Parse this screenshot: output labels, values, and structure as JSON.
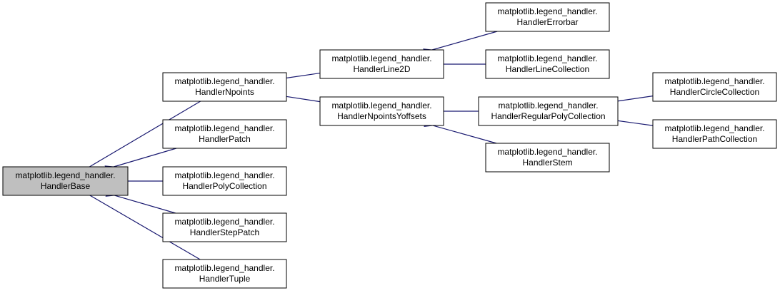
{
  "colors": {
    "edge": "#191970",
    "node_fill": "#ffffff",
    "root_fill": "#bfbfbf",
    "border": "#000000"
  },
  "nodes": [
    {
      "id": "HandlerBase",
      "line1": "matplotlib.legend_handler.",
      "line2": "HandlerBase",
      "highlight": true
    },
    {
      "id": "HandlerNpoints",
      "line1": "matplotlib.legend_handler.",
      "line2": "HandlerNpoints"
    },
    {
      "id": "HandlerPatch",
      "line1": "matplotlib.legend_handler.",
      "line2": "HandlerPatch"
    },
    {
      "id": "HandlerPolyCollection",
      "line1": "matplotlib.legend_handler.",
      "line2": "HandlerPolyCollection"
    },
    {
      "id": "HandlerStepPatch",
      "line1": "matplotlib.legend_handler.",
      "line2": "HandlerStepPatch"
    },
    {
      "id": "HandlerTuple",
      "line1": "matplotlib.legend_handler.",
      "line2": "HandlerTuple"
    },
    {
      "id": "HandlerLine2D",
      "line1": "matplotlib.legend_handler.",
      "line2": "HandlerLine2D"
    },
    {
      "id": "HandlerNpointsYoffsets",
      "line1": "matplotlib.legend_handler.",
      "line2": "HandlerNpointsYoffsets"
    },
    {
      "id": "HandlerErrorbar",
      "line1": "matplotlib.legend_handler.",
      "line2": "HandlerErrorbar"
    },
    {
      "id": "HandlerLineCollection",
      "line1": "matplotlib.legend_handler.",
      "line2": "HandlerLineCollection"
    },
    {
      "id": "HandlerRegularPolyCollection",
      "line1": "matplotlib.legend_handler.",
      "line2": "HandlerRegularPolyCollection"
    },
    {
      "id": "HandlerStem",
      "line1": "matplotlib.legend_handler.",
      "line2": "HandlerStem"
    },
    {
      "id": "HandlerCircleCollection",
      "line1": "matplotlib.legend_handler.",
      "line2": "HandlerCircleCollection"
    },
    {
      "id": "HandlerPathCollection",
      "line1": "matplotlib.legend_handler.",
      "line2": "HandlerPathCollection"
    }
  ],
  "edges": [
    {
      "from": "HandlerNpoints",
      "to": "HandlerBase"
    },
    {
      "from": "HandlerPatch",
      "to": "HandlerBase"
    },
    {
      "from": "HandlerPolyCollection",
      "to": "HandlerBase"
    },
    {
      "from": "HandlerStepPatch",
      "to": "HandlerBase"
    },
    {
      "from": "HandlerTuple",
      "to": "HandlerBase"
    },
    {
      "from": "HandlerLine2D",
      "to": "HandlerNpoints"
    },
    {
      "from": "HandlerNpointsYoffsets",
      "to": "HandlerNpoints"
    },
    {
      "from": "HandlerErrorbar",
      "to": "HandlerLine2D"
    },
    {
      "from": "HandlerLineCollection",
      "to": "HandlerLine2D"
    },
    {
      "from": "HandlerRegularPolyCollection",
      "to": "HandlerNpointsYoffsets"
    },
    {
      "from": "HandlerStem",
      "to": "HandlerNpointsYoffsets"
    },
    {
      "from": "HandlerCircleCollection",
      "to": "HandlerRegularPolyCollection"
    },
    {
      "from": "HandlerPathCollection",
      "to": "HandlerRegularPolyCollection"
    }
  ]
}
